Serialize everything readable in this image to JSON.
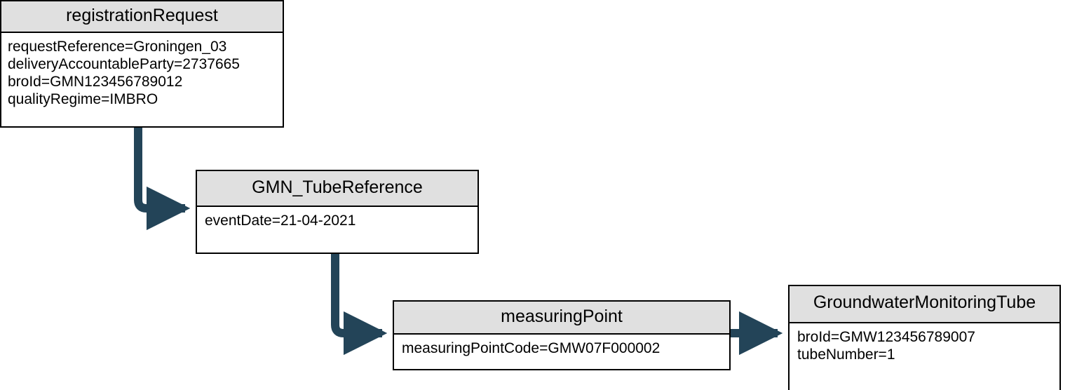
{
  "diagram": {
    "type": "object-diagram",
    "colors": {
      "header_fill": "#e0e0e0",
      "body_fill": "#ffffff",
      "border": "#000000",
      "connector": "#234458"
    },
    "nodes": [
      {
        "id": "registrationRequest",
        "title": "registrationRequest",
        "attributes": [
          "requestReference=Groningen_03",
          "deliveryAccountableParty=2737665",
          "broId=GMN123456789012",
          "qualityRegime=IMBRO"
        ]
      },
      {
        "id": "gmnTubeReference",
        "title": "GMN_TubeReference",
        "attributes": [
          "eventDate=21-04-2021"
        ]
      },
      {
        "id": "measuringPoint",
        "title": "measuringPoint",
        "attributes": [
          "measuringPointCode=GMW07F000002"
        ]
      },
      {
        "id": "groundwaterMonitoringTube",
        "title": "GroundwaterMonitoringTube",
        "attributes": [
          "broId=GMW123456789007",
          "tubeNumber=1"
        ]
      }
    ],
    "connectors": [
      {
        "id": "registrationRequest-to-gmnTubeReference",
        "from": "registrationRequest",
        "to": "gmnTubeReference",
        "style": "elbow-down-right"
      },
      {
        "id": "gmnTubeReference-to-measuringPoint",
        "from": "gmnTubeReference",
        "to": "measuringPoint",
        "style": "elbow-down-right"
      },
      {
        "id": "measuringPoint-to-groundwaterMonitoringTube",
        "from": "measuringPoint",
        "to": "groundwaterMonitoringTube",
        "style": "straight-right"
      }
    ]
  }
}
